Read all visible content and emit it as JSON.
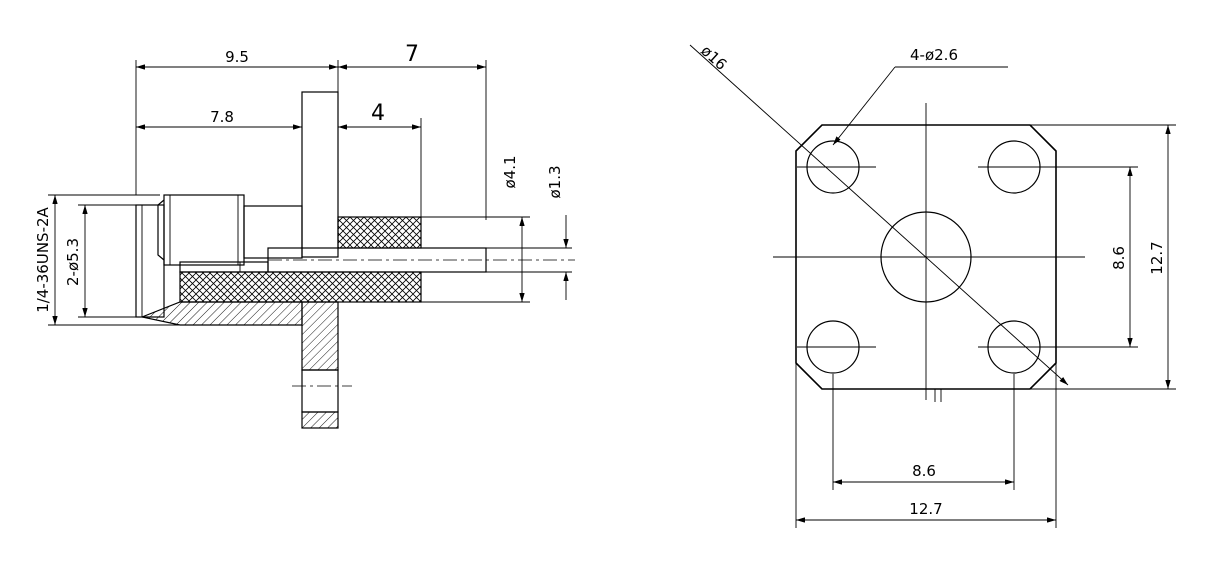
{
  "side_view": {
    "dim_9_5": "9.5",
    "dim_7": "7",
    "dim_7_8": "7.8",
    "dim_4": "4",
    "dim_dia_4_1": "ø4.1",
    "dim_dia_1_3": "ø1.3",
    "thread_label": "1/4-36UNS-2A",
    "dim_2_dia_5_3": "2-ø5.3"
  },
  "front_view": {
    "dim_dia_16": "ø16",
    "hole_label": "4-ø2.6",
    "dim_8_6_vertical": "8.6",
    "dim_12_7_vertical": "12.7",
    "dim_8_6_horizontal": "8.6",
    "dim_12_7_horizontal": "12.7"
  }
}
